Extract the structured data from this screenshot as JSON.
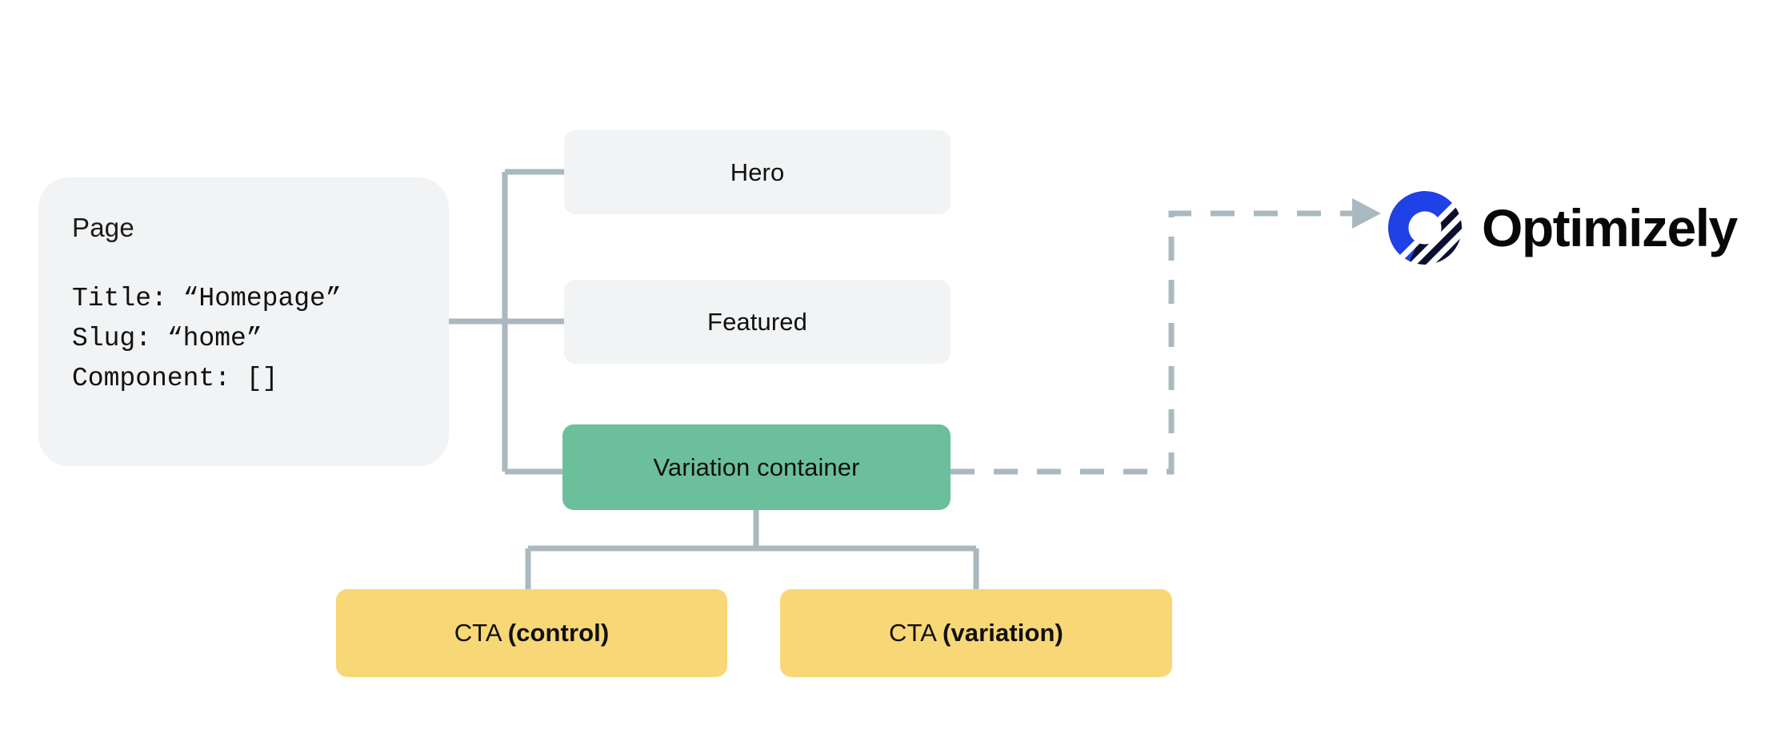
{
  "diagram": {
    "page_card": {
      "title": "Page",
      "code_lines": [
        "Title: “Homepage”",
        "Slug: “home”",
        "Component: []"
      ],
      "code_block": "Title: “Homepage”\nSlug: “home”\nComponent: []"
    },
    "nodes": [
      {
        "id": "hero",
        "label": "Hero",
        "color": "#f1f3f4"
      },
      {
        "id": "featured",
        "label": "Featured",
        "color": "#f1f3f4"
      },
      {
        "id": "variation",
        "label": "Variation container",
        "color": "#6cbf9b"
      },
      {
        "id": "cta_control",
        "label_plain": "CTA ",
        "label_bold": "(control)",
        "color": "#f8d776"
      },
      {
        "id": "cta_variation",
        "label_plain": "CTA ",
        "label_bold": "(variation)",
        "color": "#f8d776"
      }
    ],
    "logo": {
      "wordmark": "Optimizely",
      "mark_name": "optimizely-logo-mark",
      "brand_color": "#1F41E5",
      "mark_dark_color": "#0B1030"
    },
    "colors": {
      "connector": "#aab9bf",
      "card_background": "#f1f3f4",
      "green_node": "#6cbf9b",
      "yellow_node": "#f8d776",
      "text": "#101010",
      "page_background": "#ffffff"
    },
    "connectors": [
      {
        "name": "page-to-tree",
        "style": "solid",
        "arrow": "left-into-component"
      },
      {
        "name": "tree-to-hero",
        "style": "solid",
        "arrow": "none"
      },
      {
        "name": "tree-to-featured",
        "style": "solid",
        "arrow": "none"
      },
      {
        "name": "tree-to-variation",
        "style": "solid",
        "arrow": "none"
      },
      {
        "name": "variation-to-ctas",
        "style": "solid",
        "arrow": "none"
      },
      {
        "name": "variation-to-optimizely",
        "style": "dashed",
        "arrow": "right-into-logo"
      }
    ]
  }
}
